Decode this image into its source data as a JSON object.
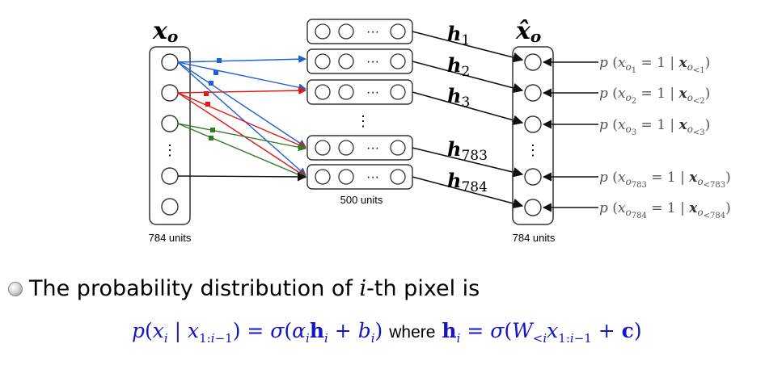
{
  "input_layer": {
    "title_symbol": "x",
    "title_subscript": "o",
    "units_label": "784 units",
    "ellipsis": "⋮"
  },
  "hidden_layer": {
    "units_label": "500 units",
    "row_ellipsis": "···",
    "column_ellipsis": "⋮",
    "labels": [
      {
        "symbol": "h",
        "subscript": "1"
      },
      {
        "symbol": "h",
        "subscript": "2"
      },
      {
        "symbol": "h",
        "subscript": "3"
      },
      {
        "symbol": "h",
        "subscript": "783"
      },
      {
        "symbol": "h",
        "subscript": "784"
      }
    ]
  },
  "output_layer": {
    "title_symbol": "x̂",
    "title_subscript": "o",
    "units_label": "784 units",
    "ellipsis": "⋮"
  },
  "conditionals": [
    {
      "index": "1",
      "cond": "<1"
    },
    {
      "index": "2",
      "cond": "<2"
    },
    {
      "index": "3",
      "cond": "<3"
    },
    {
      "index": "783",
      "cond": "<783"
    },
    {
      "index": "784",
      "cond": "<784"
    }
  ],
  "colors": {
    "blue": "#1f5fd6",
    "red": "#e01818",
    "green": "#2e7d1e",
    "black": "#111111",
    "formula_blue": "#1515c8"
  },
  "bullet": {
    "text_before": "The probability distribution of",
    "variable": "i",
    "text_after": "-th pixel is"
  },
  "formula": {
    "lhs": "p(xi | x1:i−1) = σ(αihi + bi)",
    "where": "where",
    "rhs": "hi = σ(W<ix1:i−1 + c)"
  }
}
